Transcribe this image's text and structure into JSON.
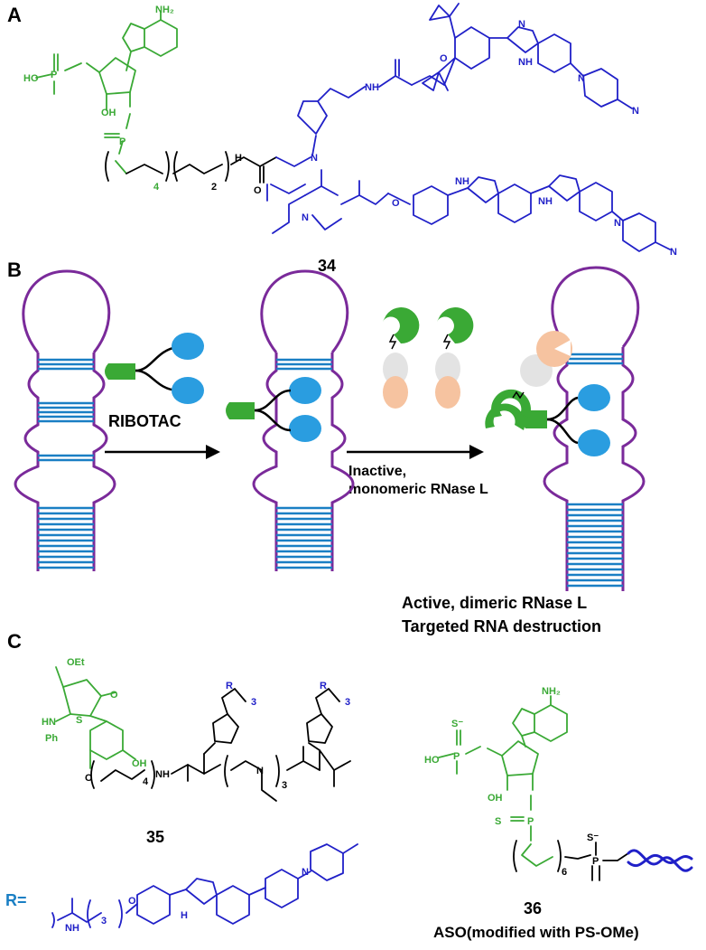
{
  "panels": {
    "a": "A",
    "b": "B",
    "c": "C"
  },
  "compounds": {
    "c34": "34",
    "c35": "35",
    "c36": "36"
  },
  "panel_b": {
    "ribotac": "RIBOTAC",
    "inactive_line1": "Inactive,",
    "inactive_line2": "monomeric RNase L",
    "active_line1": "Active, dimeric RNase L",
    "active_line2": "Targeted RNA destruction"
  },
  "panel_c": {
    "r_label": "R=",
    "aso_label": "ASO(modified with PS-OMe)"
  },
  "atoms": {
    "nh2": "NH₂",
    "oh": "OH",
    "ho": "HO",
    "o": "O",
    "p": "P",
    "n": "N",
    "nh": "NH",
    "hn": "HN",
    "h": "H",
    "s": "S",
    "s_minus": "S⁻",
    "oet": "OEt",
    "ph": "Ph",
    "r": "R",
    "sub4": "4",
    "sub2": "2",
    "sub3": "3",
    "sub6": "6"
  },
  "colors": {
    "green": "#3aa935",
    "blue": "#2020c8",
    "purple": "#7a2a9a",
    "cyan": "#1a7fc4",
    "disc": "#2a9de0",
    "peach": "#f6c3a0",
    "grey": "#e3e3e3",
    "black": "#000000"
  }
}
